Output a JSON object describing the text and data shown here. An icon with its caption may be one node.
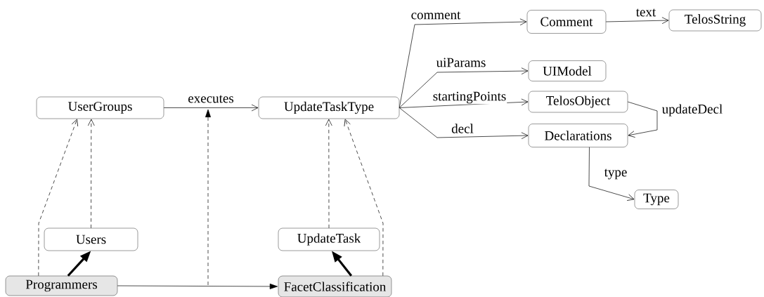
{
  "diagram": {
    "nodes": [
      {
        "text": [
          "UserGroups"
        ]
      },
      {
        "text": [
          "UpdateTaskType"
        ]
      },
      {
        "text": [
          "Comment"
        ]
      },
      {
        "text": [
          "TelosString"
        ]
      },
      {
        "text": [
          "UIModel"
        ]
      },
      {
        "text": [
          "TelosObject"
        ]
      },
      {
        "text": [
          "Declarations"
        ]
      },
      {
        "text": [
          "Type"
        ]
      },
      {
        "text": [
          "Users"
        ]
      },
      {
        "text": [
          "UpdateTask"
        ]
      },
      {
        "text": [
          "Programmers"
        ]
      },
      {
        "text": [
          "FacetClassification"
        ]
      }
    ],
    "edges": [
      {
        "from": 0,
        "to": 1,
        "arrow": "to",
        "label": "executes"
      },
      {
        "from": 1,
        "to": 2,
        "arrow": "to",
        "label": "comment"
      },
      {
        "from": 2,
        "to": 3,
        "arrow": "to",
        "label": "text"
      },
      {
        "from": 1,
        "to": 4,
        "arrow": "to",
        "label": "uiParams"
      },
      {
        "from": 1,
        "to": 5,
        "arrow": "to",
        "label": "startingPoints"
      },
      {
        "from": 1,
        "to": 6,
        "arrow": "to",
        "label": "decl"
      },
      {
        "from": 5,
        "to": 6,
        "arrow": "to",
        "label": "updateDecl"
      },
      {
        "from": 6,
        "to": 7,
        "arrow": "to",
        "label": "type"
      },
      {
        "from": 10,
        "to": 0,
        "arrow": "to",
        "style": "dashed"
      },
      {
        "from": 8,
        "to": 0,
        "arrow": "to",
        "style": "dashed"
      },
      {
        "from": 9,
        "to": 1,
        "arrow": "to",
        "style": "dashed"
      },
      {
        "from": 11,
        "to": 1,
        "arrow": "to",
        "style": "dashed"
      },
      {
        "from": 10,
        "to": 8,
        "arrow": "to",
        "style": "thick"
      },
      {
        "from": 11,
        "to": 9,
        "arrow": "to",
        "style": "thick"
      },
      {
        "from": 10,
        "to": 11,
        "arrow": "to"
      }
    ]
  }
}
